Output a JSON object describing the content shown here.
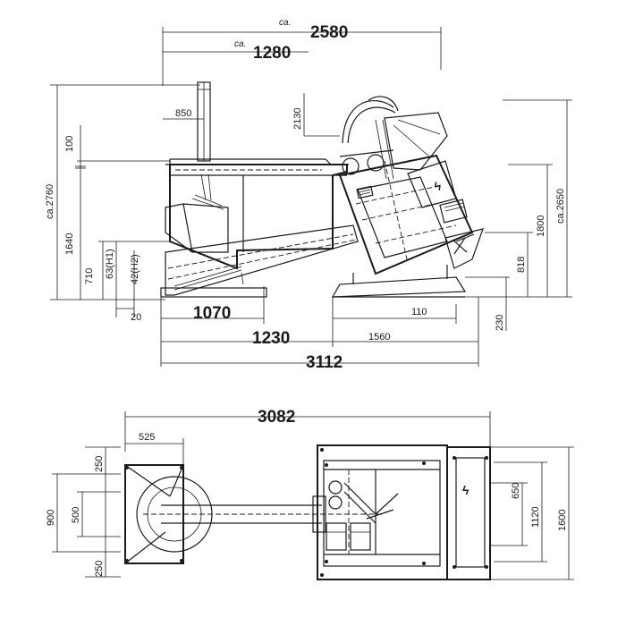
{
  "side_view": {
    "dim_top_total": "2580",
    "dim_top_total_prefix": "ca.",
    "dim_top_inner": "1280",
    "dim_top_inner_prefix": "ca.",
    "dim_850": "850",
    "dim_2130": "2130",
    "dim_100": "100",
    "dim_2760": "ca.2760",
    "dim_1640": "1640",
    "dim_710": "710",
    "dim_h1": "63(H1)",
    "dim_h2": "42(H2)",
    "dim_20": "20",
    "dim_1070": "1070",
    "dim_110": "110",
    "dim_230": "230",
    "dim_1230": "1230",
    "dim_1560": "1560",
    "dim_3112": "3112",
    "dim_818": "818",
    "dim_1800": "1800",
    "dim_2650": "ca.2650"
  },
  "plan_view": {
    "dim_3082": "3082",
    "dim_525": "525",
    "dim_250_top": "250",
    "dim_250_bottom": "250",
    "dim_900": "900",
    "dim_500": "500",
    "dim_650": "650",
    "dim_1120": "1120",
    "dim_1600": "1600"
  },
  "symbols": {
    "lightning": "ϟ"
  }
}
